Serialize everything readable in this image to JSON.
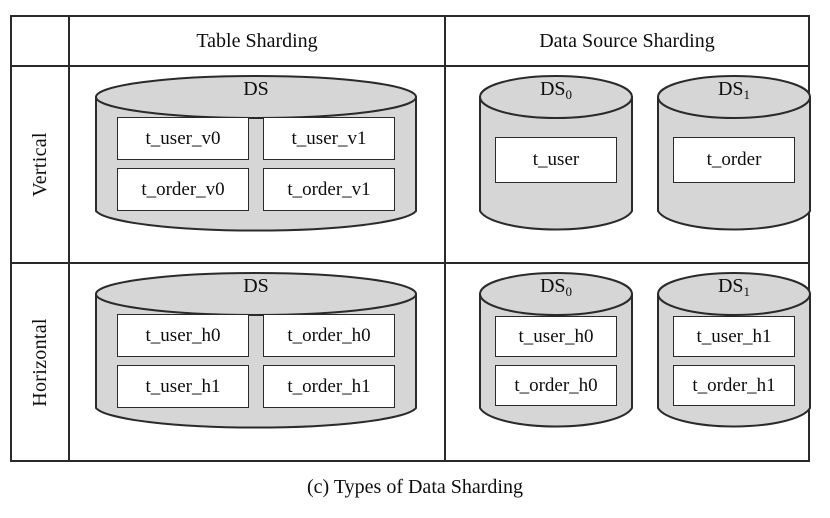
{
  "figure": {
    "caption": "(c) Types of Data Sharding",
    "colors": {
      "cylinder_fill": "#d6d6d6",
      "outline": "#2a2a2a",
      "box_fill": "#ffffff",
      "page_background": "#ffffff"
    },
    "table": {
      "corner_label": "",
      "column_headers": [
        "Table Sharding",
        "Data Source Sharding"
      ],
      "row_headers": [
        "Vertical",
        "Horizontal"
      ],
      "cells": {
        "vertical_table_sharding": {
          "datasources": [
            {
              "name": "DS",
              "subscript": "",
              "tables": [
                "t_user_v0",
                "t_user_v1",
                "t_order_v0",
                "t_order_v1"
              ]
            }
          ]
        },
        "vertical_data_source_sharding": {
          "datasources": [
            {
              "name": "DS",
              "subscript": "0",
              "tables": [
                "t_user"
              ]
            },
            {
              "name": "DS",
              "subscript": "1",
              "tables": [
                "t_order"
              ]
            }
          ]
        },
        "horizontal_table_sharding": {
          "datasources": [
            {
              "name": "DS",
              "subscript": "",
              "tables": [
                "t_user_h0",
                "t_order_h0",
                "t_user_h1",
                "t_order_h1"
              ]
            }
          ]
        },
        "horizontal_data_source_sharding": {
          "datasources": [
            {
              "name": "DS",
              "subscript": "0",
              "tables": [
                "t_user_h0",
                "t_order_h0"
              ]
            },
            {
              "name": "DS",
              "subscript": "1",
              "tables": [
                "t_user_h1",
                "t_order_h1"
              ]
            }
          ]
        }
      }
    }
  }
}
